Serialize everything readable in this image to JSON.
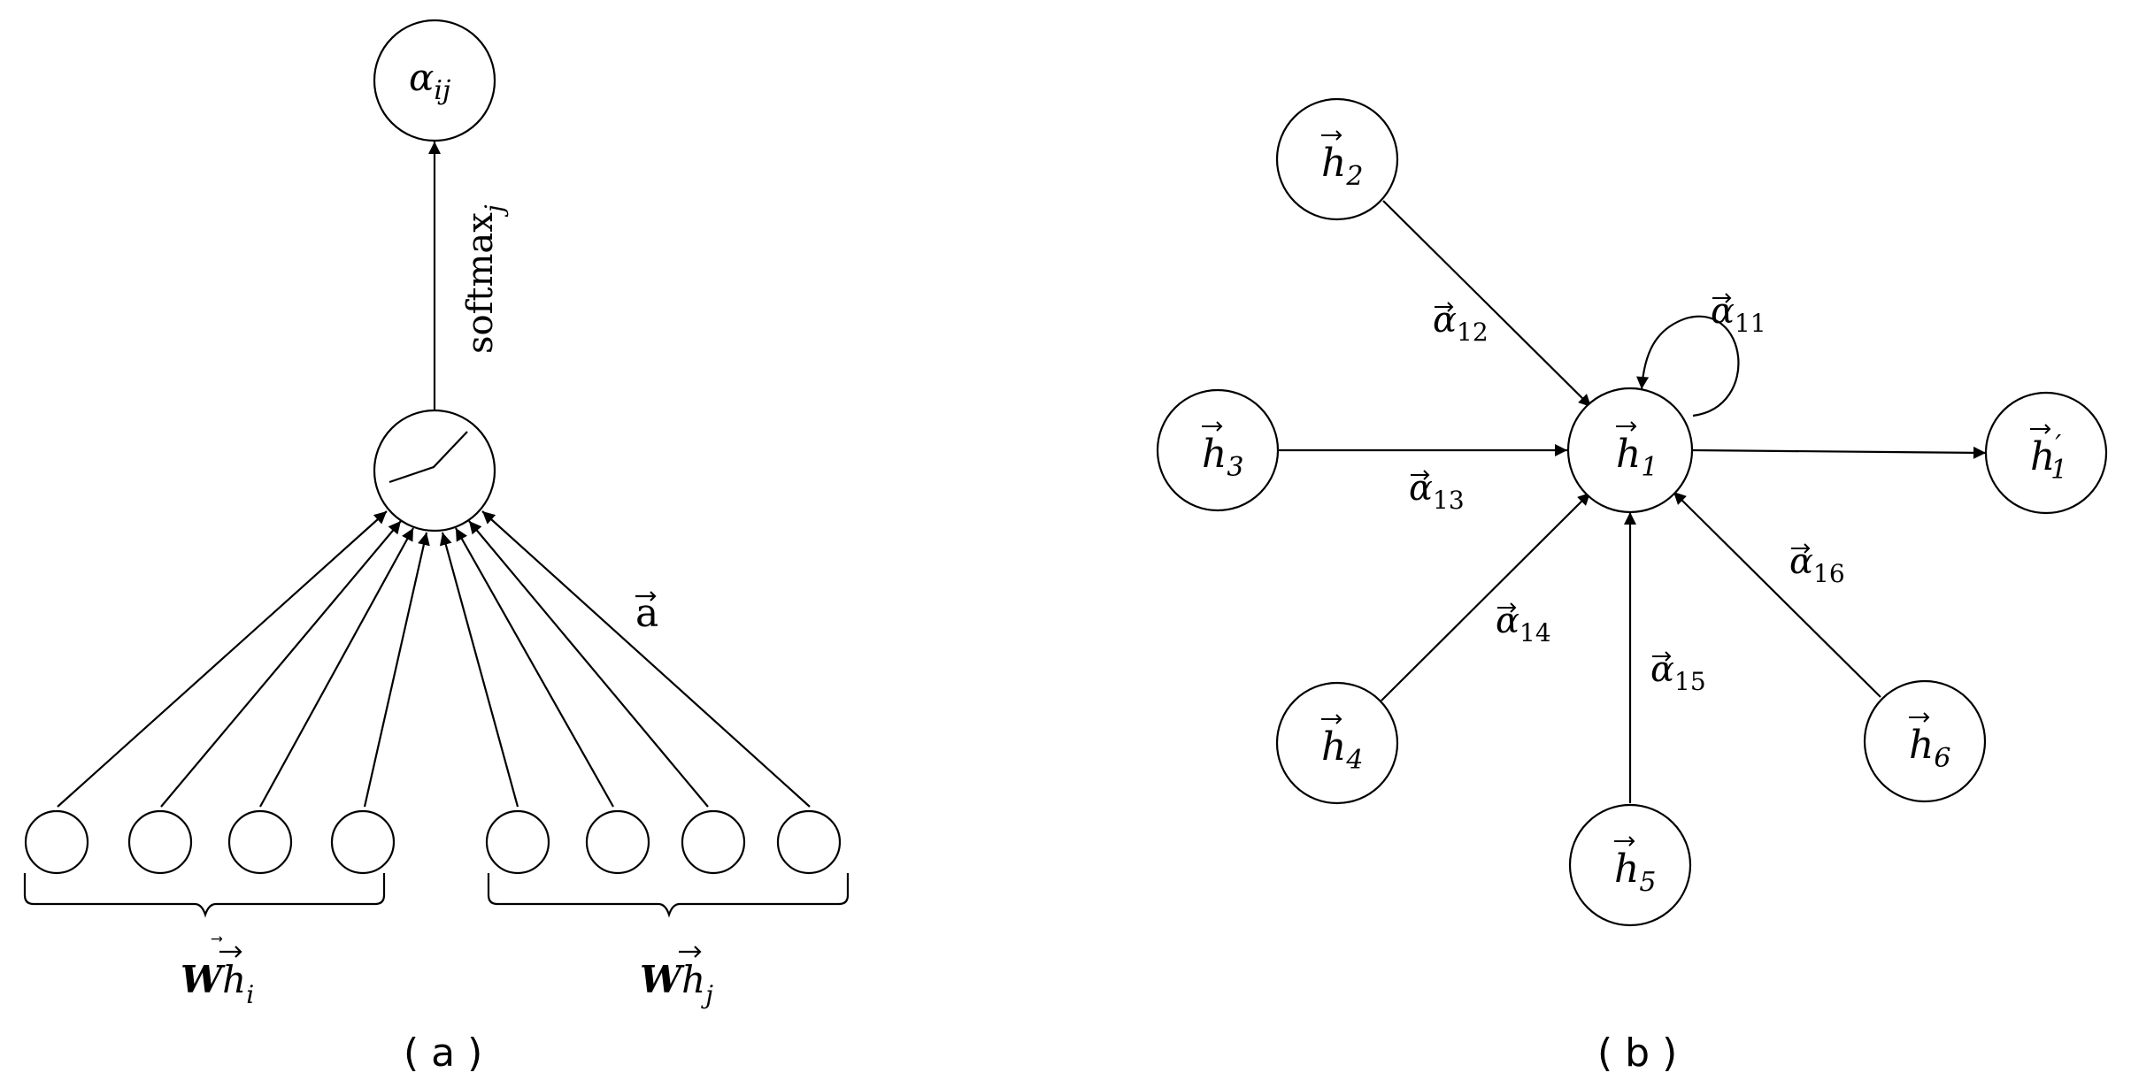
{
  "panel_a": {
    "output_node": {
      "base": "α",
      "sub": "ij"
    },
    "softmax_label": {
      "base": "softmax",
      "sub": "j"
    },
    "vector_label": "a",
    "group_left": {
      "bold": "W",
      "base": "h",
      "sub": "i"
    },
    "group_right": {
      "bold": "W",
      "base": "h",
      "sub": "j"
    },
    "caption": "( a )"
  },
  "panel_b": {
    "nodes": {
      "h1": {
        "base": "h",
        "sub": "1"
      },
      "h2": {
        "base": "h",
        "sub": "2"
      },
      "h3": {
        "base": "h",
        "sub": "3"
      },
      "h4": {
        "base": "h",
        "sub": "4"
      },
      "h5": {
        "base": "h",
        "sub": "5"
      },
      "h6": {
        "base": "h",
        "sub": "6"
      },
      "h1p": {
        "base": "h",
        "sub": "1",
        "prime": "′"
      }
    },
    "edges": {
      "a11": {
        "base": "α",
        "sub": "11"
      },
      "a12": {
        "base": "α",
        "sub": "12"
      },
      "a13": {
        "base": "α",
        "sub": "13"
      },
      "a14": {
        "base": "α",
        "sub": "14"
      },
      "a15": {
        "base": "α",
        "sub": "15"
      },
      "a16": {
        "base": "α",
        "sub": "16"
      }
    },
    "caption": "( b )"
  },
  "colors": {
    "stroke": "#000000",
    "background": "#ffffff"
  }
}
